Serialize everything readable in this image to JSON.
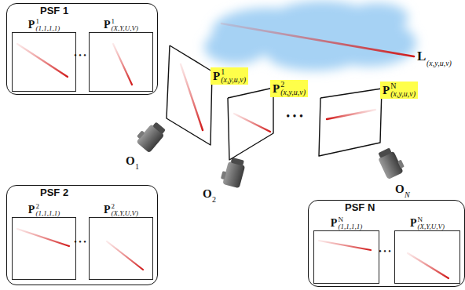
{
  "diagram": {
    "nodes": [
      {
        "text": [
          "PSF 1"
        ]
      },
      {
        "text": [
          "P",
          "1",
          "(1,1,1,1)"
        ],
        "in": 0
      },
      {
        "text": [
          "P",
          "1",
          "(X,Y,U,V)"
        ],
        "in": 0
      },
      {
        "text": [
          "P",
          "1",
          "(x,y,u,v)"
        ]
      },
      {
        "text": [
          "P",
          "2",
          "(x,y,u,v)"
        ]
      },
      {
        "text": [
          "P",
          "N",
          "(x,y,u,v)"
        ]
      },
      {
        "text": [
          "PSF 2"
        ]
      },
      {
        "text": [
          "P",
          "2",
          "(1,1,1,1)"
        ],
        "in": 6
      },
      {
        "text": [
          "P",
          "2",
          "(X,Y,U,V)"
        ],
        "in": 6
      },
      {
        "text": [
          "PSF N"
        ]
      },
      {
        "text": [
          "P",
          "N",
          "(1,1,1,1)"
        ],
        "in": 9
      },
      {
        "text": [
          "P",
          "N",
          "(X,Y,U,V)"
        ],
        "in": 9
      }
    ],
    "labels": [
      "• • •",
      "• • •",
      "• • •",
      "• • •",
      "L",
      "(x,y,u,v)",
      "O",
      "1",
      "O",
      "2",
      "O",
      "N"
    ]
  }
}
